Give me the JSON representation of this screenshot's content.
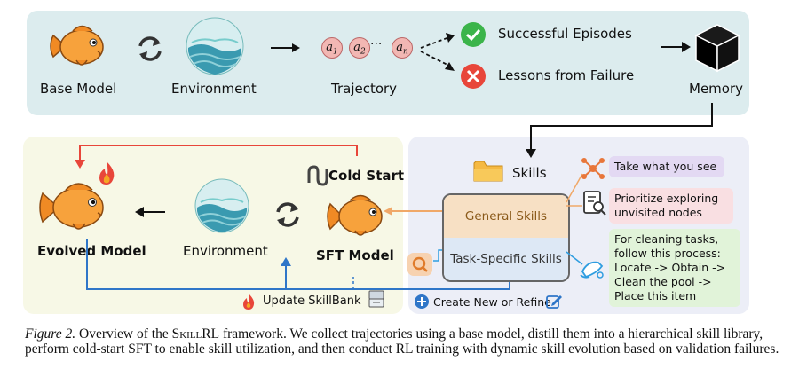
{
  "top": {
    "base_model": "Base Model",
    "environment": "Environment",
    "trajectory": "Trajectory",
    "action_1": "a",
    "action_1_sub": "1",
    "action_2": "a",
    "action_2_sub": "2",
    "action_n": "a",
    "action_n_sub": "n",
    "dots": "···",
    "successful": "Successful Episodes",
    "lessons": "Lessons from Failure",
    "memory": "Memory"
  },
  "left": {
    "cold_start": "Cold Start",
    "evolved_model": "Evolved Model",
    "environment": "Environment",
    "sft_model": "SFT Model",
    "update_skillbank": "Update SkillBank"
  },
  "right": {
    "skills": "Skills",
    "general_skills": "General Skills",
    "task_specific_skills": "Task-Specific Skills",
    "take_what_you_see": "Take what you see",
    "prioritize_line1": "Prioritize exploring",
    "prioritize_line2": "unvisited nodes",
    "cleaning_line1": "For cleaning tasks,",
    "cleaning_line2": "follow this process:",
    "cleaning_line3": "Locate -> Obtain ->",
    "cleaning_line4": "Clean the pool ->",
    "cleaning_line5": "Place this item",
    "create_new": "Create New or Refine"
  },
  "caption": {
    "label": "Figure 2.",
    "text_before": "Overview of the",
    "name": "SkillRL",
    "text_after": "framework. We collect trajectories using a base model, distill them into a hierarchical skill library, perform cold-start SFT to enable skill utilization, and then conduct RL training with dynamic skill evolution based on validation failures."
  },
  "colors": {
    "top_panel": "#dcecee",
    "left_panel": "#f7f8e6",
    "right_panel": "#eceef7",
    "success_green": "#3bb44a",
    "failure_red": "#e8463a",
    "general_skills": "#f7e0c4",
    "task_skills": "#dde8f5",
    "red_arrow": "#e8463a",
    "blue_arrow": "#2f76c8"
  }
}
